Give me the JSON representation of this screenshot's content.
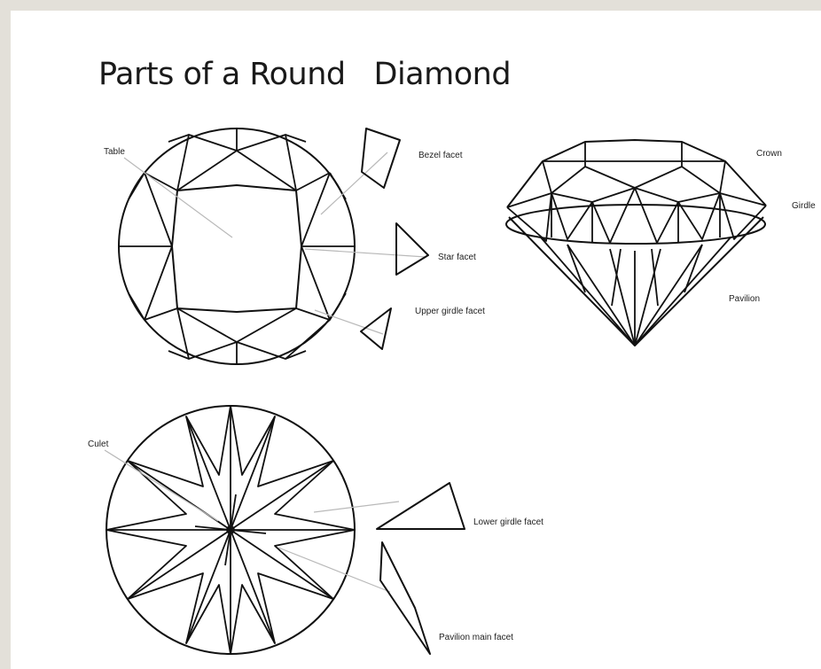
{
  "title": "Parts of a Round   Diamond",
  "labels": {
    "table": "Table",
    "bezel_facet": "Bezel facet",
    "star_facet": "Star  facet",
    "upper_girdle_facet": "Upper  girdle facet",
    "crown": "Crown",
    "girdle": "Girdle",
    "pavilion": "Pavilion",
    "culet": "Culet",
    "lower_girdle_facet": "Lower girdle facet",
    "pavilion_main_facet": "Pavilion  main facet"
  }
}
